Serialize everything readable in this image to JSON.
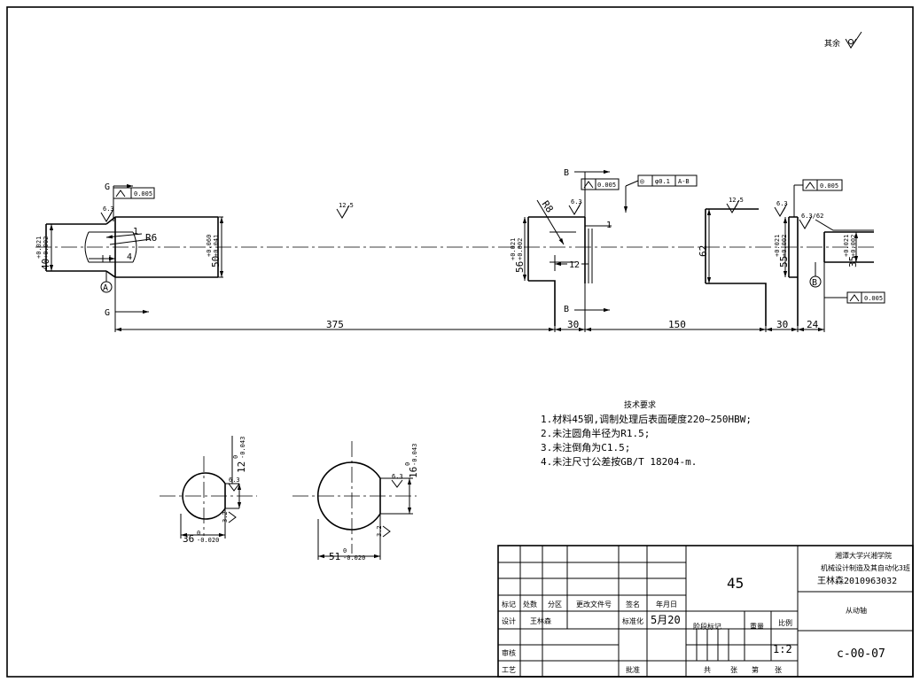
{
  "roughness": {
    "general": "其余",
    "shaft_body": "12.5",
    "left_journal": "6.3",
    "gear_seat": "6.3",
    "right_shoulder": "12.5",
    "right_journal": "6.3",
    "right_chamfer": "6.3/62",
    "key_left": "6.3",
    "key_right": "6.3",
    "key_side_left": "3.2",
    "key_side_right": "3.2"
  },
  "tolerance_frames": {
    "runout_left": "0.005",
    "runout_gear": "0.005",
    "coaxiality_symbol": "◎",
    "coaxiality_value": "φ0.1",
    "coaxiality_datum": "A-B",
    "runout_right_top": "0.005",
    "runout_right_bottom": "0.005"
  },
  "datums": {
    "a": "A",
    "b": "B"
  },
  "section_labels": {
    "g_top": "G",
    "g_bottom": "G",
    "b_top": "B",
    "b_bottom": "B"
  },
  "dimensions": {
    "d40": "40",
    "d40_tol_up": "+0.021",
    "d40_tol_low": "+0.002",
    "d50": "50",
    "d50_tol_up": "+0.060",
    "d50_tol_low": "+0.041",
    "d56": "56",
    "d56_tol_up": "+0.021",
    "d56_tol_low": "+0.002",
    "d62": "62",
    "d55": "55",
    "d55_tol_up": "+0.021",
    "d55_tol_low": "+0.002",
    "d35": "35",
    "d35_tol_up": "+0.021",
    "d35_tol_low": "+0.002",
    "r6": "R6",
    "r8": "R8",
    "small_1_left": "1",
    "small_4": "4",
    "small_1_mid": "1",
    "small_12": "12",
    "l375": "375",
    "l30a": "30",
    "l150": "150",
    "l30b": "30",
    "l24": "24"
  },
  "sections": {
    "left_depth": "12",
    "left_depth_tol_up": "0",
    "left_depth_tol_low": "-0.043",
    "left_width": "36",
    "left_width_tol_up": "0",
    "left_width_tol_low": "-0.020",
    "right_depth": "16",
    "right_depth_tol_up": "0",
    "right_depth_tol_low": "-0.043",
    "right_width": "51",
    "right_width_tol_up": "0",
    "right_width_tol_low": "-0.020"
  },
  "tech_requirements": {
    "title": "技术要求",
    "items": [
      "1.材料45钢,调制处理后表面硬度220~250HBW;",
      "2.未注圆角半径为R1.5;",
      "3.未注倒角为C1.5;",
      "4.未注尺寸公差按GB/T 18204-m."
    ]
  },
  "title_block": {
    "material": "45",
    "school": "湘潭大学兴湘学院",
    "class_line": "机械设计制造及其自动化3班",
    "student_line": "王林森2010963032",
    "part_name": "从动轴",
    "drawing_no": "c-00-07",
    "h_mark": "标记",
    "h_count": "处数",
    "h_zone": "分区",
    "h_doc": "更改文件号",
    "h_sign": "签名",
    "h_date": "年月日",
    "r_design": "设计",
    "r_designer": "王林森",
    "r_std": "标准化",
    "r_date": "5月20",
    "r_review": "审核",
    "r_craft": "工艺",
    "r_approve": "批准",
    "stage_mark": "阶段标记",
    "weight": "重量",
    "scale_label": "比例",
    "scale": "1:2",
    "total": "共",
    "sheets1": "张",
    "no": "第",
    "sheets2": "张"
  },
  "colors": {
    "line": "#000000",
    "paper": "#ffffff"
  }
}
